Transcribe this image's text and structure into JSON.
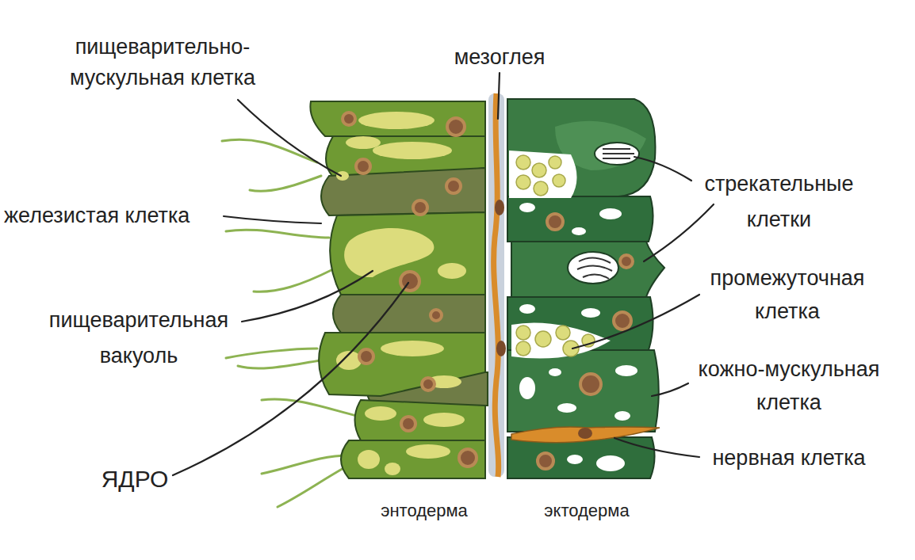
{
  "diagram": {
    "labels": [
      "мезоглея",
      "пищеварительно- мускульная клетка",
      "железистая клетка",
      "пищеварительная вакуоль",
      "ЯДРО",
      "стрекательные клетки",
      "промежуточная клетка",
      "кожно-мускульная клетка",
      "нервная клетка",
      "энтодерма",
      "эктодерма"
    ]
  }
}
